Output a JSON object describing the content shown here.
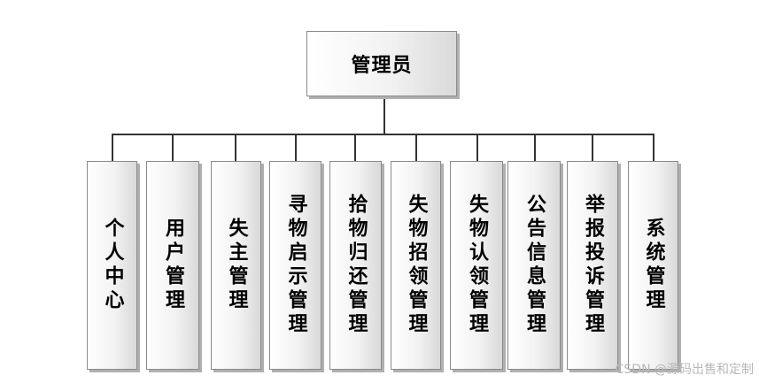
{
  "root": {
    "label": "管理员"
  },
  "children": [
    {
      "label": "个人中心"
    },
    {
      "label": "用户管理"
    },
    {
      "label": "失主管理"
    },
    {
      "label": "寻物启示管理"
    },
    {
      "label": "拾物归还管理"
    },
    {
      "label": "失物招领管理"
    },
    {
      "label": "失物认领管理"
    },
    {
      "label": "公告信息管理"
    },
    {
      "label": "举报投诉管理"
    },
    {
      "label": "系统管理"
    }
  ],
  "watermark": "CSDN @源码出售和定制"
}
